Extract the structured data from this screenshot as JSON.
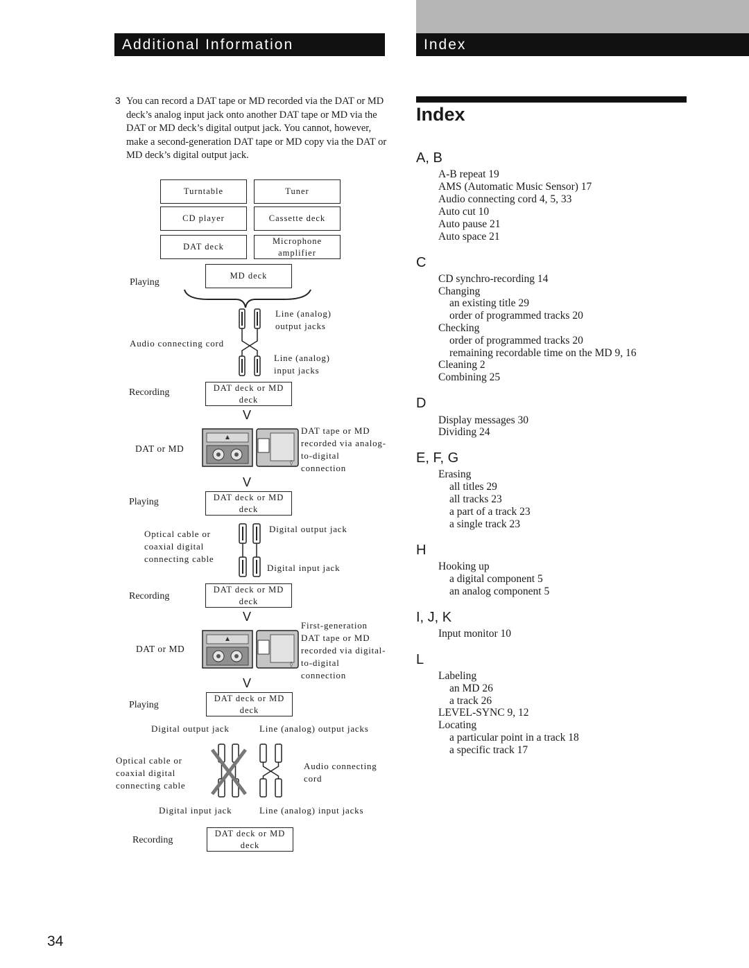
{
  "header": {
    "left_title": "Additional Information",
    "right_title": "Index"
  },
  "step": {
    "number": "3",
    "text": "You can record a DAT tape or MD recorded via the DAT or MD deck’s analog input jack onto another DAT tape or MD via the DAT or MD deck’s digital output jack.  You cannot, however, make a second-generation DAT tape or MD copy via the DAT or MD deck’s digital output jack."
  },
  "diagram": {
    "sources": [
      "Turntable",
      "Tuner",
      "CD player",
      "Cassette deck",
      "DAT deck",
      "Microphone amplifier"
    ],
    "md_deck": "MD deck",
    "playing": "Playing",
    "recording": "Recording",
    "line_analog_output_jacks": "Line (analog) output jacks",
    "audio_connecting_cord": "Audio connecting cord",
    "line_analog_input_jacks": "Line (analog) input jacks",
    "dat_deck_or_md_deck": "DAT deck or MD deck",
    "arrow": "V",
    "dat_or_md": "DAT or MD",
    "analog_result": "DAT tape or MD recorded via analog-to-digital connection",
    "optical_cable": "Optical cable or coaxial digital connecting cable",
    "digital_output_jack": "Digital output jack",
    "digital_input_jack": "Digital input jack",
    "first_gen_result": "First-generation DAT tape or MD recorded via digital-to-digital connection",
    "line_analog_output_jacks_2": "Line (analog) output jacks",
    "line_analog_input_jacks_2": "Line (analog) input jacks",
    "audio_connecting_cord_2": "Audio connecting cord"
  },
  "index": {
    "title": "Index",
    "sections": [
      {
        "letter": "A, B",
        "entries": [
          {
            "text": "A-B repeat  19",
            "level": 1
          },
          {
            "text": "AMS (Automatic Music Sensor)  17",
            "level": 1
          },
          {
            "text": "Audio connecting cord  4, 5, 33",
            "level": 1
          },
          {
            "text": "Auto cut  10",
            "level": 1
          },
          {
            "text": "Auto pause  21",
            "level": 1
          },
          {
            "text": "Auto space  21",
            "level": 1
          }
        ]
      },
      {
        "letter": "C",
        "entries": [
          {
            "text": "CD synchro-recording  14",
            "level": 1
          },
          {
            "text": "Changing",
            "level": 1
          },
          {
            "text": "an existing title  29",
            "level": 2
          },
          {
            "text": "order of programmed tracks  20",
            "level": 2
          },
          {
            "text": "Checking",
            "level": 1
          },
          {
            "text": "order of programmed tracks  20",
            "level": 2
          },
          {
            "text": "remaining recordable time on the MD  9, 16",
            "level": 2
          },
          {
            "text": "Cleaning  2",
            "level": 1
          },
          {
            "text": "Combining  25",
            "level": 1
          }
        ]
      },
      {
        "letter": "D",
        "entries": [
          {
            "text": "Display messages  30",
            "level": 1
          },
          {
            "text": "Dividing  24",
            "level": 1
          }
        ]
      },
      {
        "letter": "E, F, G",
        "entries": [
          {
            "text": "Erasing",
            "level": 1
          },
          {
            "text": "all titles  29",
            "level": 2
          },
          {
            "text": "all tracks  23",
            "level": 2
          },
          {
            "text": "a part of a track  23",
            "level": 2
          },
          {
            "text": "a single track  23",
            "level": 2
          }
        ]
      },
      {
        "letter": "H",
        "entries": [
          {
            "text": "Hooking up",
            "level": 1
          },
          {
            "text": "a digital component  5",
            "level": 2
          },
          {
            "text": "an analog component  5",
            "level": 2
          }
        ]
      },
      {
        "letter": "I, J, K",
        "entries": [
          {
            "text": "Input monitor  10",
            "level": 1
          }
        ]
      },
      {
        "letter": "L",
        "entries": [
          {
            "text": "Labeling",
            "level": 1
          },
          {
            "text": "an MD  26",
            "level": 2
          },
          {
            "text": "a track  26",
            "level": 2
          },
          {
            "text": "LEVEL-SYNC  9, 12",
            "level": 1
          },
          {
            "text": "Locating",
            "level": 1
          },
          {
            "text": "a particular point in a track  18",
            "level": 2
          },
          {
            "text": "a specific track  17",
            "level": 2
          }
        ]
      }
    ]
  },
  "page_number": "34"
}
